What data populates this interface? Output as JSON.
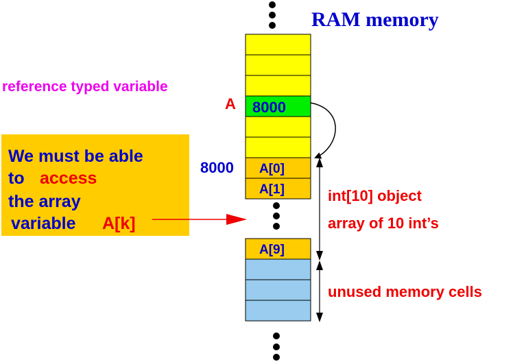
{
  "title": "RAM memory",
  "reference_label": "reference typed variable",
  "variable_name": "A",
  "reference_value": "8000",
  "base_address": "8000",
  "cells_top": [
    "",
    "",
    "",
    ""
  ],
  "array_cells": [
    "A[0]",
    "A[1]"
  ],
  "array_last": "A[9]",
  "object_label": "int[10] object",
  "object_sublabel": "array of 10 int’s",
  "unused_label": "unused memory cells",
  "note": {
    "line1": "We must be able",
    "line2_prefix": "to",
    "line2_highlight": "access",
    "line3": "the array",
    "line4_prefix": "variable",
    "line4_highlight": "A[k]"
  },
  "colors": {
    "title": "#0000cc",
    "cell_yellow": "#ffff00",
    "cell_green": "#00ee00",
    "cell_orange": "#ffcc00",
    "cell_blue": "#99ccee",
    "magenta": "#ee00ee",
    "red": "#ee0000",
    "blue": "#0000cc",
    "note_bg": "#ffcc00"
  }
}
